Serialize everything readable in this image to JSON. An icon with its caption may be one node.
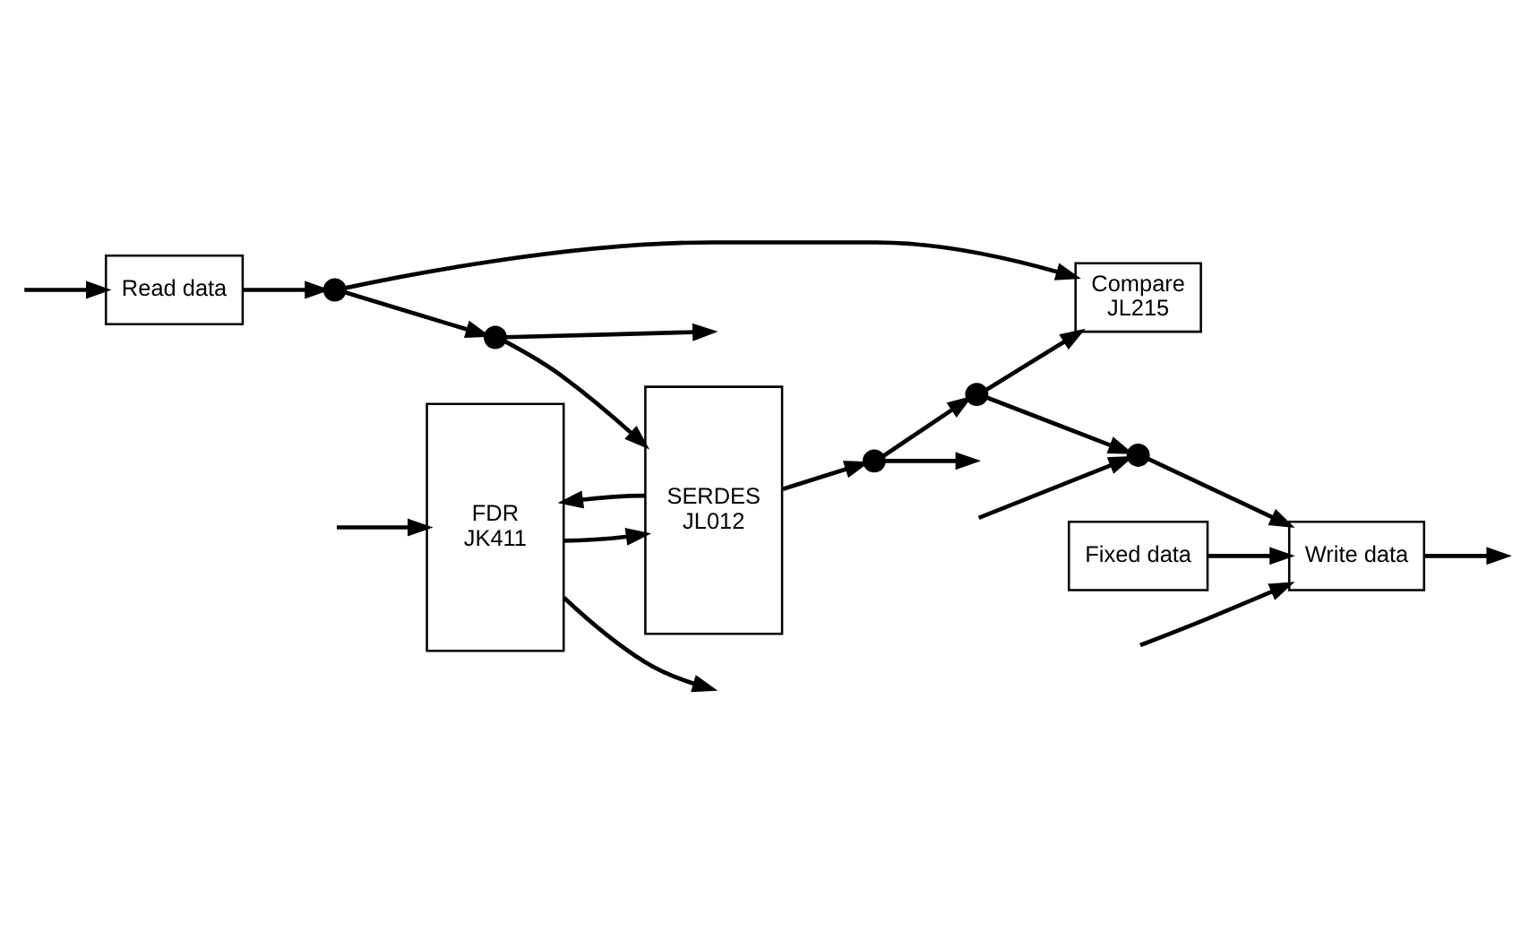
{
  "diagram": {
    "nodes": [
      {
        "text": [
          "FDR",
          "JK411"
        ]
      },
      {
        "text": [
          "SERDES",
          "JL012"
        ]
      },
      {
        "text": [
          "Compare",
          "JL215"
        ]
      },
      {
        "text": [
          "Fixed data"
        ]
      },
      {
        "text": [
          "Write data"
        ]
      },
      {
        "text": [
          "Read data"
        ]
      },
      {
        "text": [],
        "shape": "circle"
      },
      {
        "text": [],
        "shape": "circle"
      },
      {
        "text": [],
        "shape": "circle"
      },
      {
        "text": [],
        "shape": "circle"
      },
      {
        "text": [],
        "shape": "circle"
      }
    ],
    "edges": [
      {
        "from": 0,
        "to": null,
        "arrow": "to"
      },
      {
        "from": null,
        "to": 0,
        "arrow": "to"
      },
      {
        "from": 0,
        "to": 1,
        "arrow": "to"
      },
      {
        "from": 1,
        "to": 0,
        "arrow": "to"
      },
      {
        "from": 1,
        "to": 6,
        "arrow": "to"
      },
      {
        "from": 6,
        "to": null,
        "arrow": "to"
      },
      {
        "from": 6,
        "to": 7,
        "arrow": "to"
      },
      {
        "from": 7,
        "to": 8,
        "arrow": "to"
      },
      {
        "from": 7,
        "to": 2,
        "arrow": "to"
      },
      {
        "from": null,
        "to": 8,
        "arrow": "to"
      },
      {
        "from": 8,
        "to": 4,
        "arrow": "to"
      },
      {
        "from": 3,
        "to": 4,
        "arrow": "to"
      },
      {
        "from": null,
        "to": 4,
        "arrow": "to"
      },
      {
        "from": 4,
        "to": null,
        "arrow": "to"
      },
      {
        "from": null,
        "to": 5,
        "arrow": "to"
      },
      {
        "from": 5,
        "to": 10,
        "arrow": "to"
      },
      {
        "from": 10,
        "to": 2,
        "arrow": "to"
      },
      {
        "from": 10,
        "to": 9,
        "arrow": "to"
      },
      {
        "from": 9,
        "to": null,
        "arrow": "to"
      },
      {
        "from": 9,
        "to": 1,
        "arrow": "to"
      }
    ]
  }
}
